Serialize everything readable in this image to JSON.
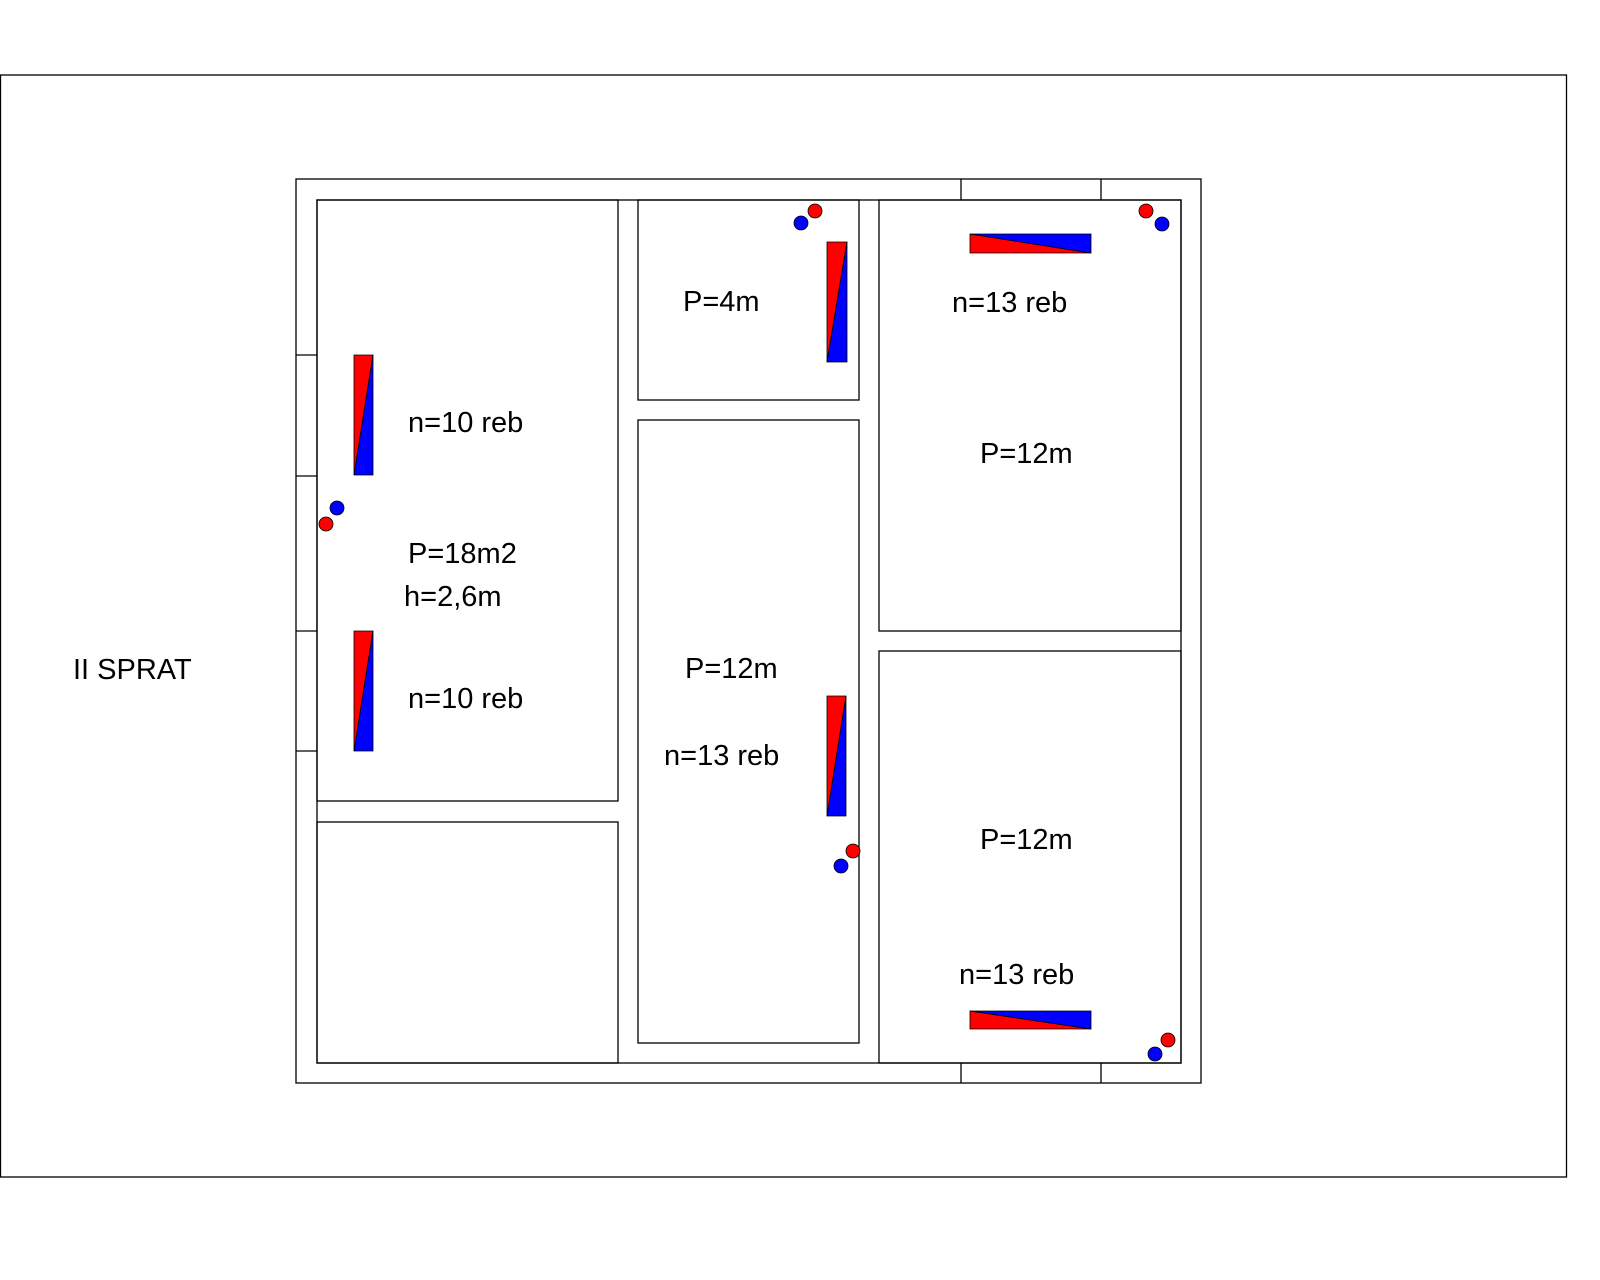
{
  "floor_label": "II SPRAT",
  "rooms": {
    "left_room": {
      "radiator_top": "n=10 reb",
      "area": "P=18m2",
      "height": "h=2,6m",
      "radiator_bottom": "n=10 reb"
    },
    "middle_top_room": {
      "area": "P=4m"
    },
    "middle_room": {
      "area": "P=12m",
      "radiator": "n=13 reb"
    },
    "right_top_room": {
      "radiator": "n=13 reb",
      "area": "P=12m"
    },
    "right_bottom_room": {
      "area": "P=12m",
      "radiator": "n=13 reb"
    }
  },
  "colors": {
    "supply": "#ff0000",
    "return": "#0000ff"
  }
}
